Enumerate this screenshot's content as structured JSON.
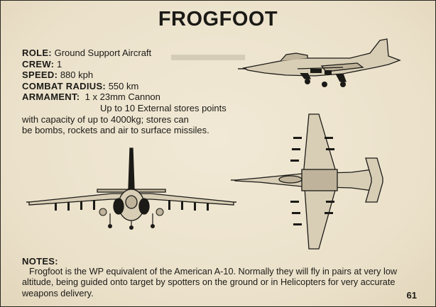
{
  "title": "FROGFOOT",
  "specs": {
    "role_label": "ROLE:",
    "role_value": "Ground Support Aircraft",
    "crew_label": "CREW:",
    "crew_value": "1",
    "speed_label": "SPEED:",
    "speed_value": "880 kph",
    "radius_label": "COMBAT RADIUS:",
    "radius_value": "550 km",
    "armament_label": "ARMAMENT:",
    "armament_value": "1 x 23mm Cannon",
    "armament_line2": "Up to 10 External stores points",
    "armament_line3": "with capacity of up to 4000kg; stores can",
    "armament_line4": "be bombs, rockets and air to surface missiles."
  },
  "notes": {
    "heading": "NOTES:",
    "text": "Frogfoot is the WP equivalent of the American A-10. Normally they will fly in pairs at very low altitude, being guided onto target by spotters on the ground or in Helicopters for very accurate weapons delivery."
  },
  "page_number": "61",
  "icons": {
    "side_view": "aircraft-side-view",
    "front_view": "aircraft-front-view",
    "top_view": "aircraft-top-view"
  },
  "colors": {
    "paper": "#ede4cf",
    "ink": "#1b1a16"
  }
}
